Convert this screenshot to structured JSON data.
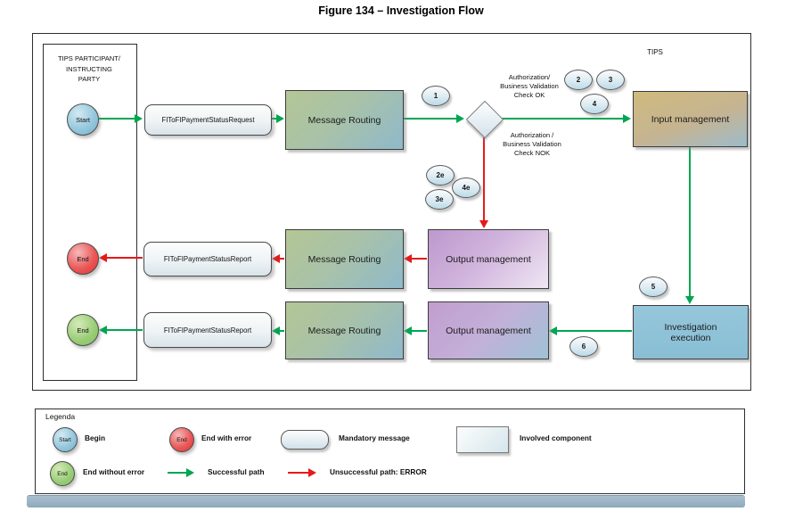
{
  "title": "Figure 134 – Investigation Flow",
  "colors": {
    "success_path": "#00a651",
    "error_path": "#e51a1a"
  },
  "diagram": {
    "tips_label": "TIPS",
    "participant_lines": [
      "TIPS PARTICIPANT/",
      "INSTRUCTING",
      "PARTY"
    ],
    "nodes": {
      "start": "Start",
      "end": "End",
      "request": "FIToFIPaymentStatusRequest",
      "report": "FIToFIPaymentStatusReport",
      "message_routing": "Message Routing",
      "input_management": "Input management",
      "output_management": "Output management",
      "investigation_execution": "Investigation execution"
    },
    "badges": {
      "n1": "1",
      "n2": "2",
      "n3": "3",
      "n4": "4",
      "n2e": "2e",
      "n3e": "3e",
      "n4e": "4e",
      "n5": "5",
      "n6": "6"
    },
    "annotations": {
      "check_ok_lines": [
        "Authorization/",
        "Business Validation",
        "Check OK"
      ],
      "check_nok_lines": [
        "Authorization /",
        "Business Validation",
        "Check NOK"
      ]
    }
  },
  "legend": {
    "title": "Legenda",
    "begin": {
      "symbol": "Start",
      "label": "Begin"
    },
    "end_with_error": {
      "symbol": "End",
      "label": "End with error"
    },
    "mandatory_message": "Mandatory message",
    "involved_component": "Involved component",
    "end_without_error": {
      "symbol": "End",
      "label": "End without error"
    },
    "successful_path": "Successful path",
    "unsuccessful_path": "Unsuccessful path: ERROR"
  }
}
